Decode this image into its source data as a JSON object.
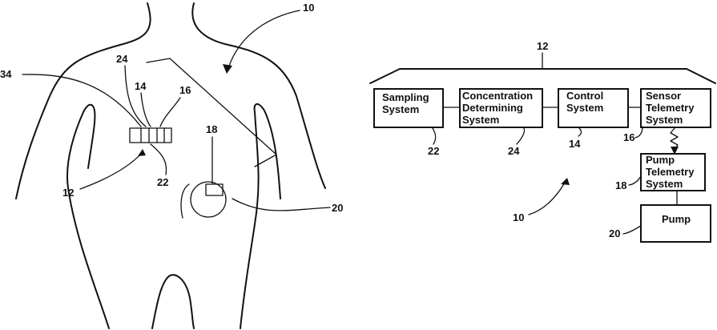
{
  "figure": {
    "left_refs": {
      "body_ref": "10",
      "lead_ref": "34",
      "device_ref": "12",
      "sampling_ref": "22",
      "conc_ref": "24",
      "control_ref": "14",
      "sensor_tel_ref": "16",
      "pump_tel_ref": "18",
      "pump_ref": "20"
    },
    "right_refs": {
      "group_ref": "12",
      "system_ref": "10",
      "sampling_ref": "22",
      "conc_ref": "24",
      "control_ref": "14",
      "sensor_tel_ref": "16",
      "pump_tel_ref": "18",
      "pump_ref": "20"
    },
    "boxes": {
      "sampling": [
        "Sampling",
        "System"
      ],
      "concentration": [
        "Concentration",
        "Determining",
        "System"
      ],
      "control": [
        "Control",
        "System"
      ],
      "sensor_telemetry": [
        "Sensor",
        "Telemetry",
        "System"
      ],
      "pump_telemetry": [
        "Pump",
        "Telemetry",
        "System"
      ],
      "pump": [
        "Pump"
      ]
    }
  }
}
